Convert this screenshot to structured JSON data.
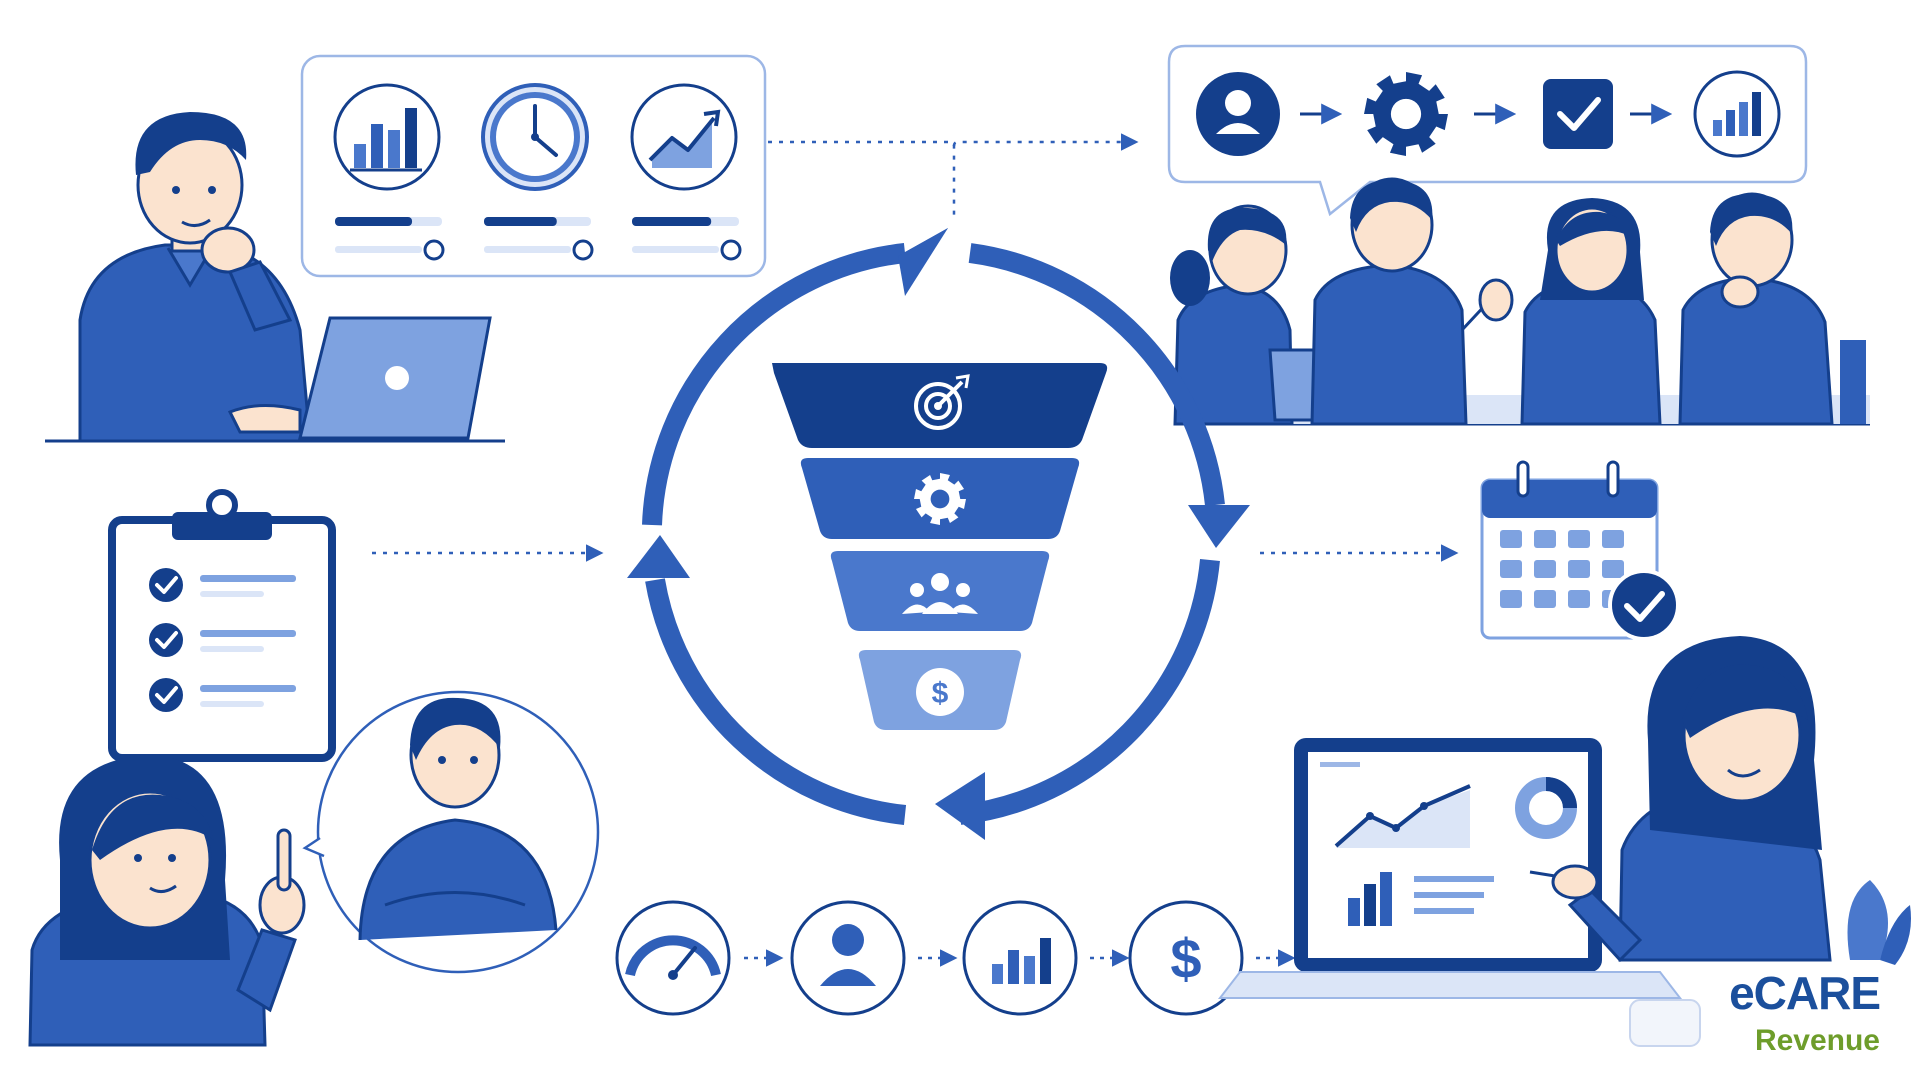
{
  "colors": {
    "dark": "#143f8c",
    "primary": "#2f5fb8",
    "mid": "#4a78cc",
    "light": "#7ea2e0",
    "pale": "#dbe5f7",
    "skin": "#fbe3cf",
    "logo_blue": "#1b4f9c",
    "logo_green": "#6e9d2b"
  },
  "logo": {
    "brand_prefix": "e",
    "brand_main": "CARE",
    "subtitle": "Revenue"
  },
  "icons": {
    "metrics_panel": [
      "bar-chart-icon",
      "clock-icon",
      "trend-up-icon"
    ],
    "workflow_panel": [
      "user-icon",
      "gear-icon",
      "checkbox-icon",
      "bar-chart-icon"
    ],
    "funnel_levels": [
      "target-icon",
      "gear-icon",
      "team-icon",
      "dollar-icon"
    ],
    "bottom_flow": [
      "speedometer-icon",
      "user-icon",
      "bar-chart-icon",
      "dollar-icon"
    ]
  },
  "metrics_panel": {
    "progress": [
      0.72,
      0.68,
      0.74
    ]
  },
  "clipboard": {
    "checked_items": 3
  },
  "calendar": {
    "day_cells": 12
  }
}
